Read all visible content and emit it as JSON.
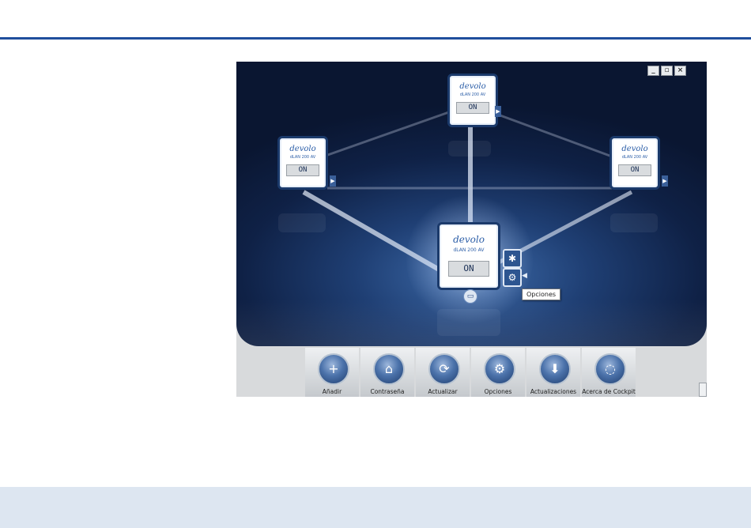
{
  "window": {
    "minimize": "_",
    "restore": "▫",
    "close": "×"
  },
  "devices": {
    "top": {
      "logo": "devolo",
      "model": "dLAN 200 AV",
      "status": "ON"
    },
    "left": {
      "logo": "devolo",
      "model": "dLAN 200 AV",
      "status": "ON"
    },
    "right": {
      "logo": "devolo",
      "model": "dLAN 200 AV",
      "status": "ON"
    },
    "center": {
      "logo": "devolo",
      "model": "dLAN 200 AV",
      "status": "ON"
    }
  },
  "tooltip": "Opciones",
  "toolbar": [
    {
      "label": "Añadir",
      "icon": "add-device-icon",
      "glyph": "+"
    },
    {
      "label": "Contraseña",
      "icon": "lock-icon",
      "glyph": "🔒"
    },
    {
      "label": "Actualizar",
      "icon": "refresh-icon",
      "glyph": "⟳"
    },
    {
      "label": "Opciones",
      "icon": "gears-icon",
      "glyph": "⚙"
    },
    {
      "label": "Actualizaciones",
      "icon": "download-arrow-icon",
      "glyph": "⬇"
    },
    {
      "label": "Acerca de Cockpit",
      "icon": "speech-bubble-icon",
      "glyph": "💬"
    }
  ]
}
